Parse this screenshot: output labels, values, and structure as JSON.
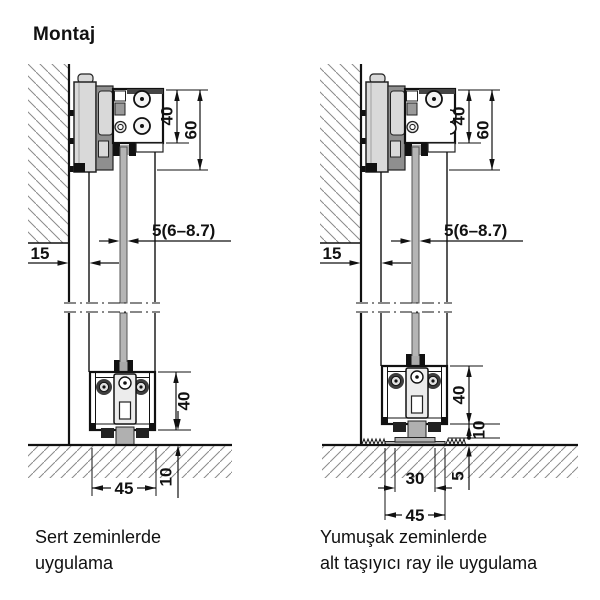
{
  "title": "Montaj",
  "colors": {
    "line": "#111111",
    "profile_gray": "#d9d9d9",
    "bracket_gray": "#8f8f8f",
    "glass_gray": "#b5b5b5",
    "hatch_gray": "#8a8a8a",
    "background": "#ffffff"
  },
  "diagrams": {
    "left": {
      "caption": [
        "Sert zeminlerde",
        "uygulama"
      ],
      "dims": {
        "track_height": "40",
        "total_height": "60",
        "glass_thickness": "5(6–8.7)",
        "wall_clearance": "15",
        "bottom_height": "40",
        "floor_clearance": "10",
        "bottom_width": "45"
      }
    },
    "right": {
      "caption": [
        "Yumuşak zeminlerde",
        "alt taşıyıcı ray ile uygulama"
      ],
      "dims": {
        "track_height": "40",
        "total_height": "60",
        "glass_thickness": "5(6–8.7)",
        "wall_clearance": "15",
        "bottom_height": "40",
        "floor_clearance": "10",
        "rail_height": "5",
        "rail_width": "30",
        "bottom_width": "45"
      }
    }
  }
}
